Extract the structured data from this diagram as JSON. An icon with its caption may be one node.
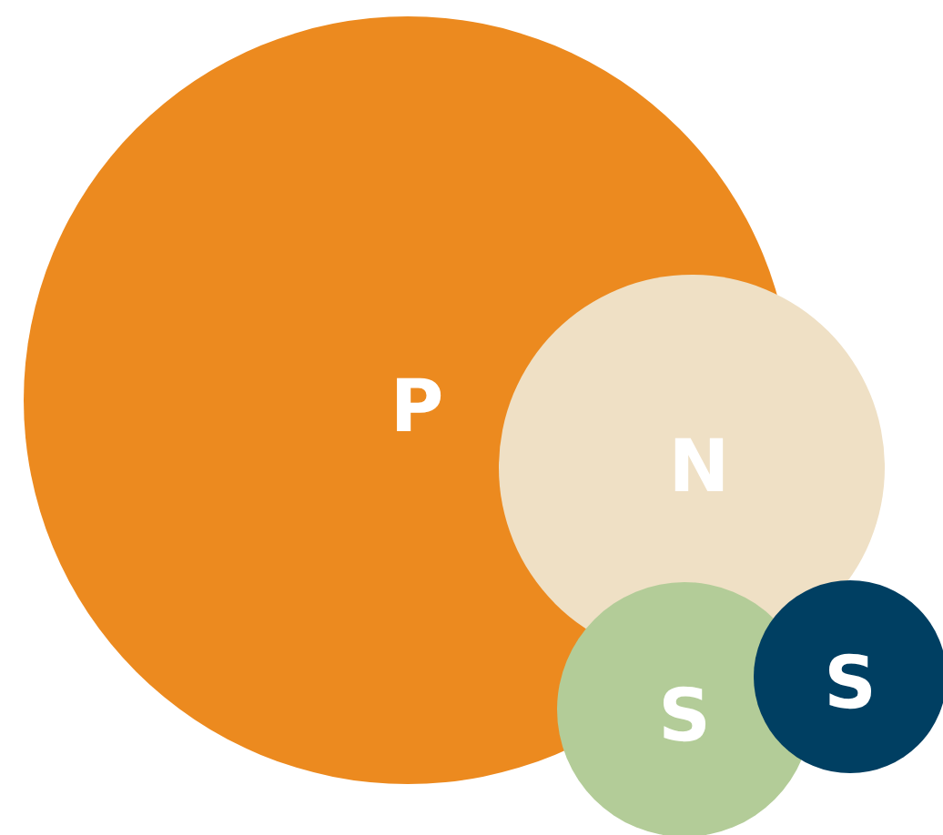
{
  "diagram": {
    "nodes": [
      {
        "text": [
          "P"
        ]
      },
      {
        "text": [
          "N"
        ]
      },
      {
        "text": [
          "S"
        ]
      },
      {
        "text": [
          "S"
        ]
      }
    ]
  }
}
